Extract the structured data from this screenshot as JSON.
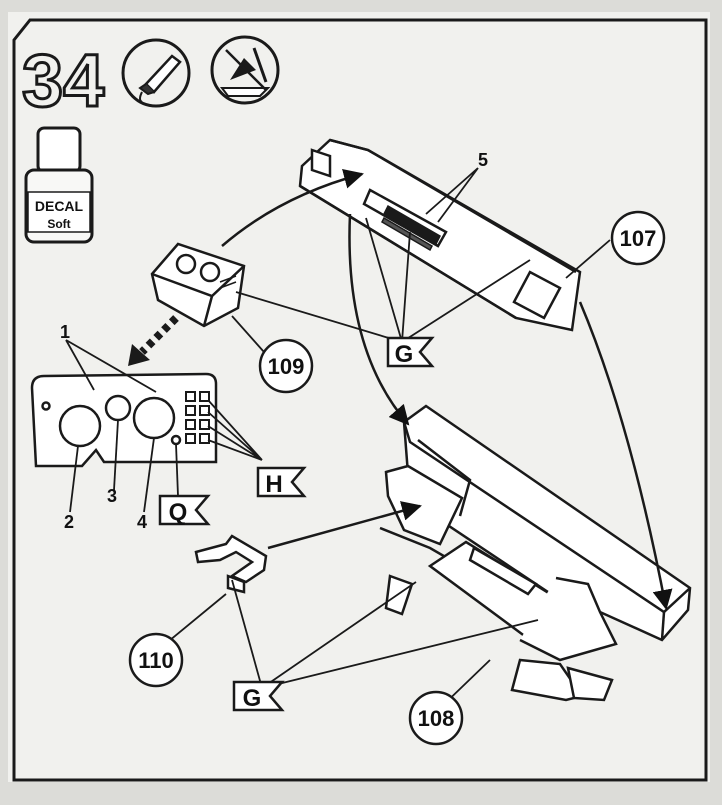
{
  "step": {
    "number": "34"
  },
  "decal_bottle": {
    "line1": "DECAL",
    "line2": "Soft"
  },
  "icons": [
    "glue-tube-icon",
    "paint-brush-no-icon"
  ],
  "part_numbers": {
    "dash_face": "107",
    "gauge_block": "109",
    "bracket": "110",
    "dashboard_base": "108"
  },
  "paint_codes": {
    "top_g": "G",
    "panel_h": "H",
    "panel_q": "Q",
    "bottom_g": "G"
  },
  "decal_callouts": [
    "1",
    "2",
    "3",
    "4",
    "5"
  ]
}
